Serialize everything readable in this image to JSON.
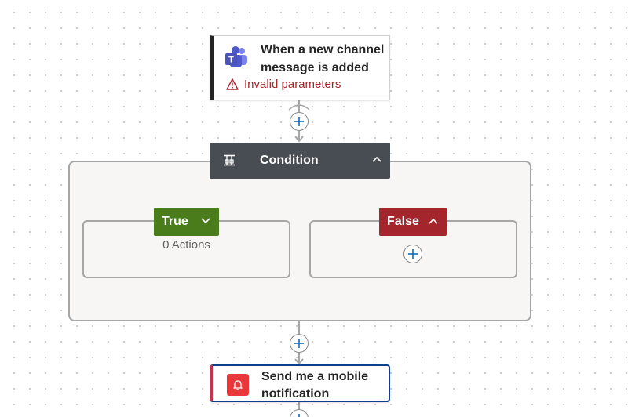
{
  "trigger": {
    "title": "When a new channel message is added",
    "error": "Invalid parameters",
    "icon": "teams-icon"
  },
  "condition": {
    "title": "Condition",
    "icon": "condition-icon",
    "true_branch": {
      "label": "True",
      "actions_text": "0 Actions"
    },
    "false_branch": {
      "label": "False"
    }
  },
  "notification": {
    "title": "Send me a mobile notification",
    "icon": "bell-icon"
  },
  "colors": {
    "true_green": "#4a7c1c",
    "false_red": "#a4262c",
    "condition_header": "#484c53",
    "error_red": "#a4262c",
    "selected_border": "#0f3d8f",
    "plus_blue": "#0f6cbd"
  }
}
